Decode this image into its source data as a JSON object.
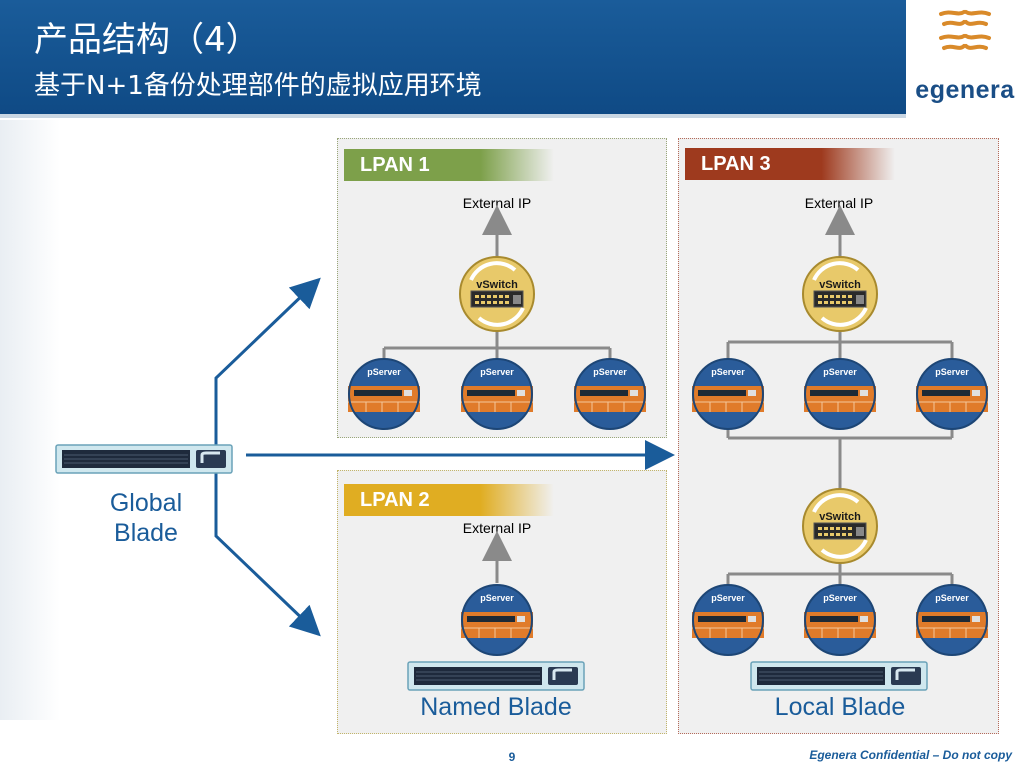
{
  "header": {
    "title_line1": "产品结构（4）",
    "title_line2": "基于N+1备份处理部件的虚拟应用环境",
    "logo_text": "egenera",
    "logo_mark": "egenera-logo-icon"
  },
  "lpans": [
    {
      "label": "LPAN 1",
      "color": "#7da04a",
      "external_ip": "External IP"
    },
    {
      "label": "LPAN 2",
      "color": "#e0ad22",
      "external_ip": "External IP"
    },
    {
      "label": "LPAN 3",
      "color": "#9e3a1e",
      "external_ip": "External IP"
    }
  ],
  "components": {
    "vswitch_label": "vSwitch",
    "pserver_label": "pServer"
  },
  "blades": {
    "global": "Global Blade",
    "named": "Named Blade",
    "local": "Local Blade"
  },
  "footer": {
    "page_number": "9",
    "confidential": "Egenera Confidential – Do not copy"
  },
  "colors": {
    "header_blue": "#1a5c9a",
    "arrow_blue": "#1a5c9a",
    "connector_gray": "#8a8a8a",
    "pserver_orange": "#e07b2a",
    "pserver_blue": "#2a5c9a",
    "vswitch_gold": "#e8c96a"
  }
}
